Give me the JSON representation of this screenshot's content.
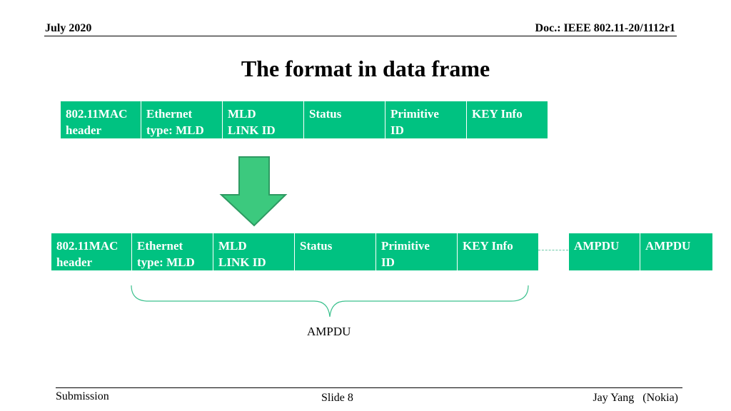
{
  "header": {
    "date": "July 2020",
    "doc": "Doc.: IEEE 802.11-20/1112r1"
  },
  "title": "The format in data frame",
  "top_frame": {
    "fields": [
      {
        "line1": "802.11MAC",
        "line2": "header"
      },
      {
        "line1": "Ethernet",
        "line2": "type: MLD"
      },
      {
        "line1": "MLD",
        "line2": "LINK ID"
      },
      {
        "line1": "Status",
        "line2": ""
      },
      {
        "line1": "Primitive",
        "line2": "ID"
      },
      {
        "line1": "KEY Info",
        "line2": ""
      }
    ]
  },
  "bottom_frame": {
    "fields": [
      {
        "line1": "802.11MAC",
        "line2": "header"
      },
      {
        "line1": "Ethernet",
        "line2": "type: MLD"
      },
      {
        "line1": "MLD",
        "line2": "LINK ID"
      },
      {
        "line1": "Status",
        "line2": ""
      },
      {
        "line1": "Primitive",
        "line2": "ID"
      },
      {
        "line1": "KEY Info",
        "line2": ""
      }
    ],
    "extra": [
      {
        "label": "AMPDU"
      },
      {
        "label": "AMPDU"
      }
    ]
  },
  "brace_label": "AMPDU",
  "colors": {
    "field_fill": "#00c281",
    "arrow_fill": "#3cc97e",
    "arrow_stroke": "#2e9a62",
    "brace": "#3cc18e"
  },
  "footer": {
    "left": "Submission",
    "center": "Slide 8",
    "right": "Jay Yang   (Nokia)"
  }
}
